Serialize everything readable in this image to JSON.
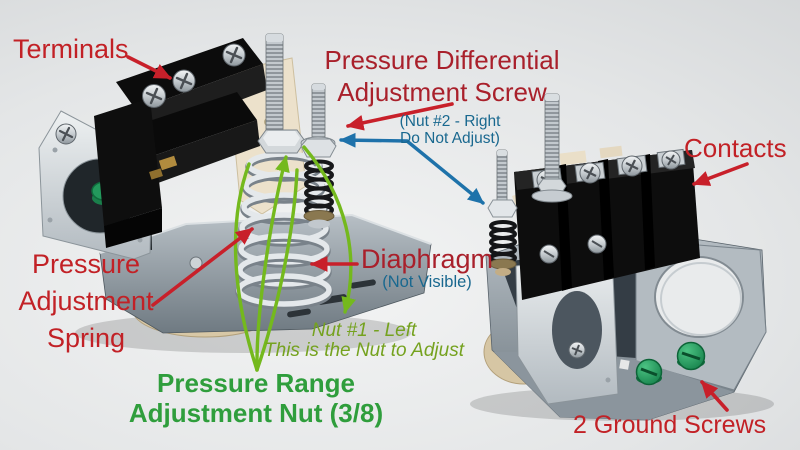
{
  "labels": {
    "terminals": {
      "text": "Terminals",
      "color": "#c22126"
    },
    "differential_screw": {
      "line1": "Pressure Differential",
      "line2": "Adjustment Screw",
      "color": "#a9202b"
    },
    "nut2_note": {
      "line1": "(Nut #2 - Right",
      "line2": "Do Not Adjust)",
      "color": "#19688f"
    },
    "contacts": {
      "text": "Contacts",
      "color": "#c22126"
    },
    "adjustment_spring": {
      "line1": "Pressure",
      "line2": "Adjustment",
      "line3": "Spring",
      "color": "#c22126"
    },
    "diaphragm": {
      "text": "Diaphragm",
      "note": "(Not Visible)",
      "color": "#a9202b",
      "note_color": "#19688f"
    },
    "nut1_note": {
      "line1": "Nut #1 - Left",
      "line2": "This is the Nut to Adjust",
      "color": "#75a21f"
    },
    "range_nut": {
      "line1": "Pressure Range",
      "line2": "Adjustment Nut (3/8)",
      "color": "#2f9e3c"
    },
    "ground_screws": {
      "text": "2 Ground Screws",
      "color": "#c22126"
    }
  },
  "arrows": [
    {
      "name": "terminals-arrow",
      "color": "#c8202a"
    },
    {
      "name": "differential-screw-arrow",
      "color": "#c8202a"
    },
    {
      "name": "nut2-double-arrow",
      "color": "#1e72aa"
    },
    {
      "name": "contacts-arrow",
      "color": "#c8202a"
    },
    {
      "name": "adjustment-spring-arrow",
      "color": "#c8202a"
    },
    {
      "name": "diaphragm-arrow",
      "color": "#c8202a"
    },
    {
      "name": "ground-screws-arrow",
      "color": "#c8202a"
    },
    {
      "name": "range-nut-fan-lines",
      "color": "#74b91d"
    },
    {
      "name": "nut1-pointer",
      "color": "#74b91d"
    }
  ]
}
